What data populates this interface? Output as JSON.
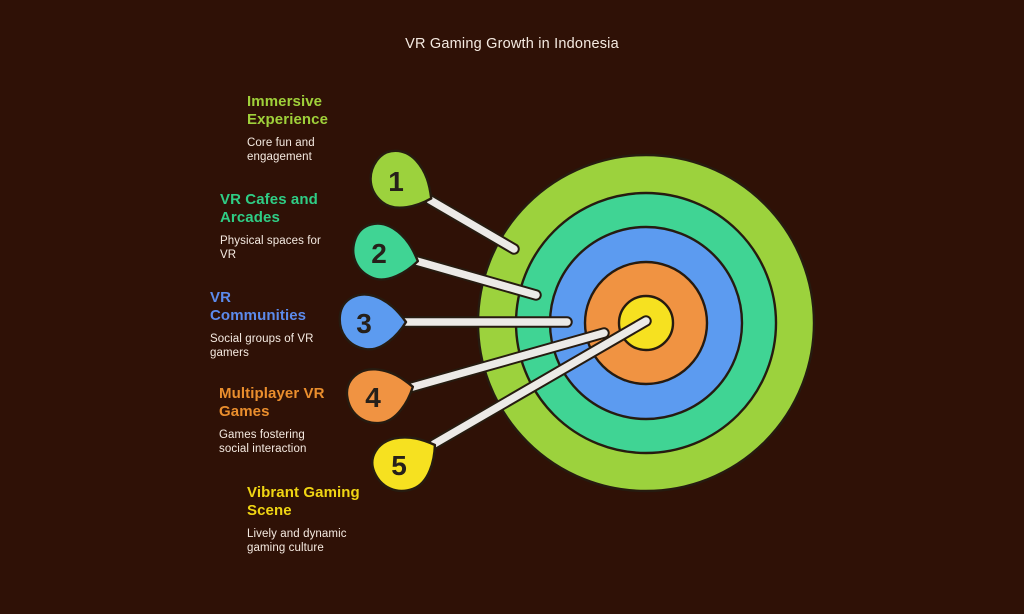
{
  "title": "VR Gaming Growth in Indonesia",
  "colors": {
    "background": "#2F1106",
    "text_light": "#F5EAE1",
    "outline_dark": "#261B10",
    "connector_white": "#ECEAE7",
    "number_dark": "#26201A"
  },
  "items": [
    {
      "number": "1",
      "heading": "Immersive\nExperience",
      "description": "Core fun and\nengagement",
      "color": "#9CD23D",
      "label_color": "#9FD03A"
    },
    {
      "number": "2",
      "heading": "VR Cafes and\nArcades",
      "description": "Physical spaces for\nVR",
      "color": "#40D494",
      "label_color": "#2FCD85"
    },
    {
      "number": "3",
      "heading": "VR\nCommunities",
      "description": "Social groups of VR\ngamers",
      "color": "#5C9BF0",
      "label_color": "#5C8BEC"
    },
    {
      "number": "4",
      "heading": "Multiplayer VR\nGames",
      "description": "Games fostering\nsocial interaction",
      "color": "#F09342",
      "label_color": "#EA8E2D"
    },
    {
      "number": "5",
      "heading": "Vibrant Gaming\nScene",
      "description": "Lively and dynamic\ngaming culture",
      "color": "#F6E120",
      "label_color": "#F0D513"
    }
  ]
}
